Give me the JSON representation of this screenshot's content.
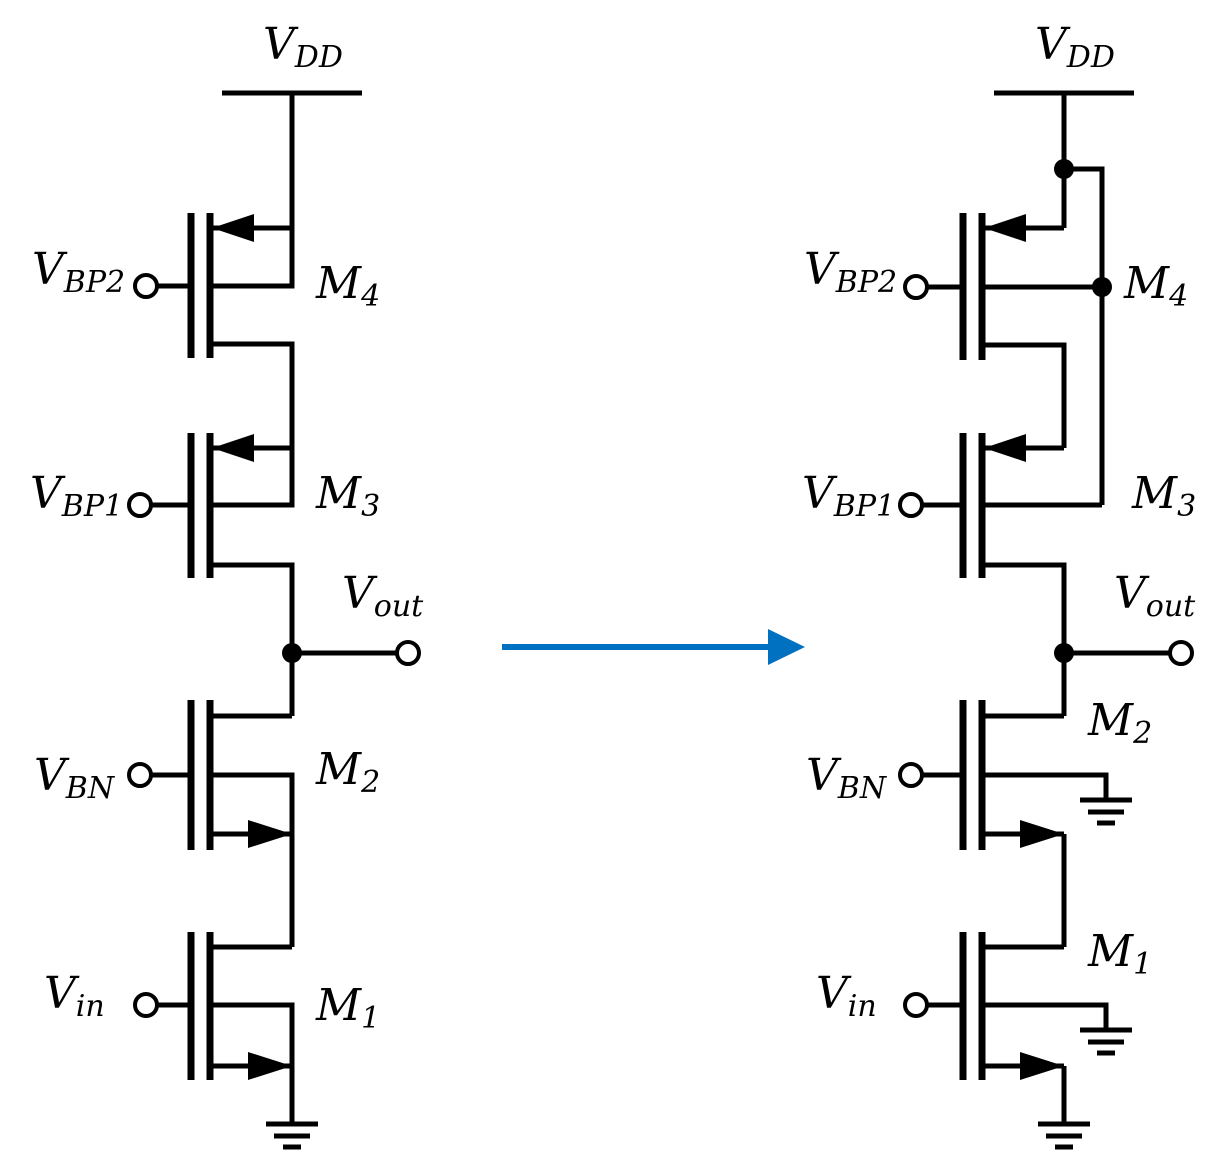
{
  "left_circuit": {
    "supply": {
      "main": "V",
      "sub": "DD"
    },
    "inputs": {
      "vbp2": {
        "main": "V",
        "sub": "BP2"
      },
      "vbp1": {
        "main": "V",
        "sub": "BP1"
      },
      "vbn": {
        "main": "V",
        "sub": "BN"
      },
      "vin": {
        "main": "V",
        "sub": "in"
      }
    },
    "output": {
      "main": "V",
      "sub": "out"
    },
    "transistors": {
      "m4": {
        "main": "M",
        "sub": "4"
      },
      "m3": {
        "main": "M",
        "sub": "3"
      },
      "m2": {
        "main": "M",
        "sub": "2"
      },
      "m1": {
        "main": "M",
        "sub": "1"
      }
    }
  },
  "right_circuit": {
    "supply": {
      "main": "V",
      "sub": "DD"
    },
    "inputs": {
      "vbp2": {
        "main": "V",
        "sub": "BP2"
      },
      "vbp1": {
        "main": "V",
        "sub": "BP1"
      },
      "vbn": {
        "main": "V",
        "sub": "BN"
      },
      "vin": {
        "main": "V",
        "sub": "in"
      }
    },
    "output": {
      "main": "V",
      "sub": "out"
    },
    "transistors": {
      "m4": {
        "main": "M",
        "sub": "4"
      },
      "m3": {
        "main": "M",
        "sub": "3"
      },
      "m2": {
        "main": "M",
        "sub": "2"
      },
      "m1": {
        "main": "M",
        "sub": "1"
      }
    }
  },
  "colors": {
    "wire": "#000000",
    "transform_arrow": "#0070C0"
  }
}
